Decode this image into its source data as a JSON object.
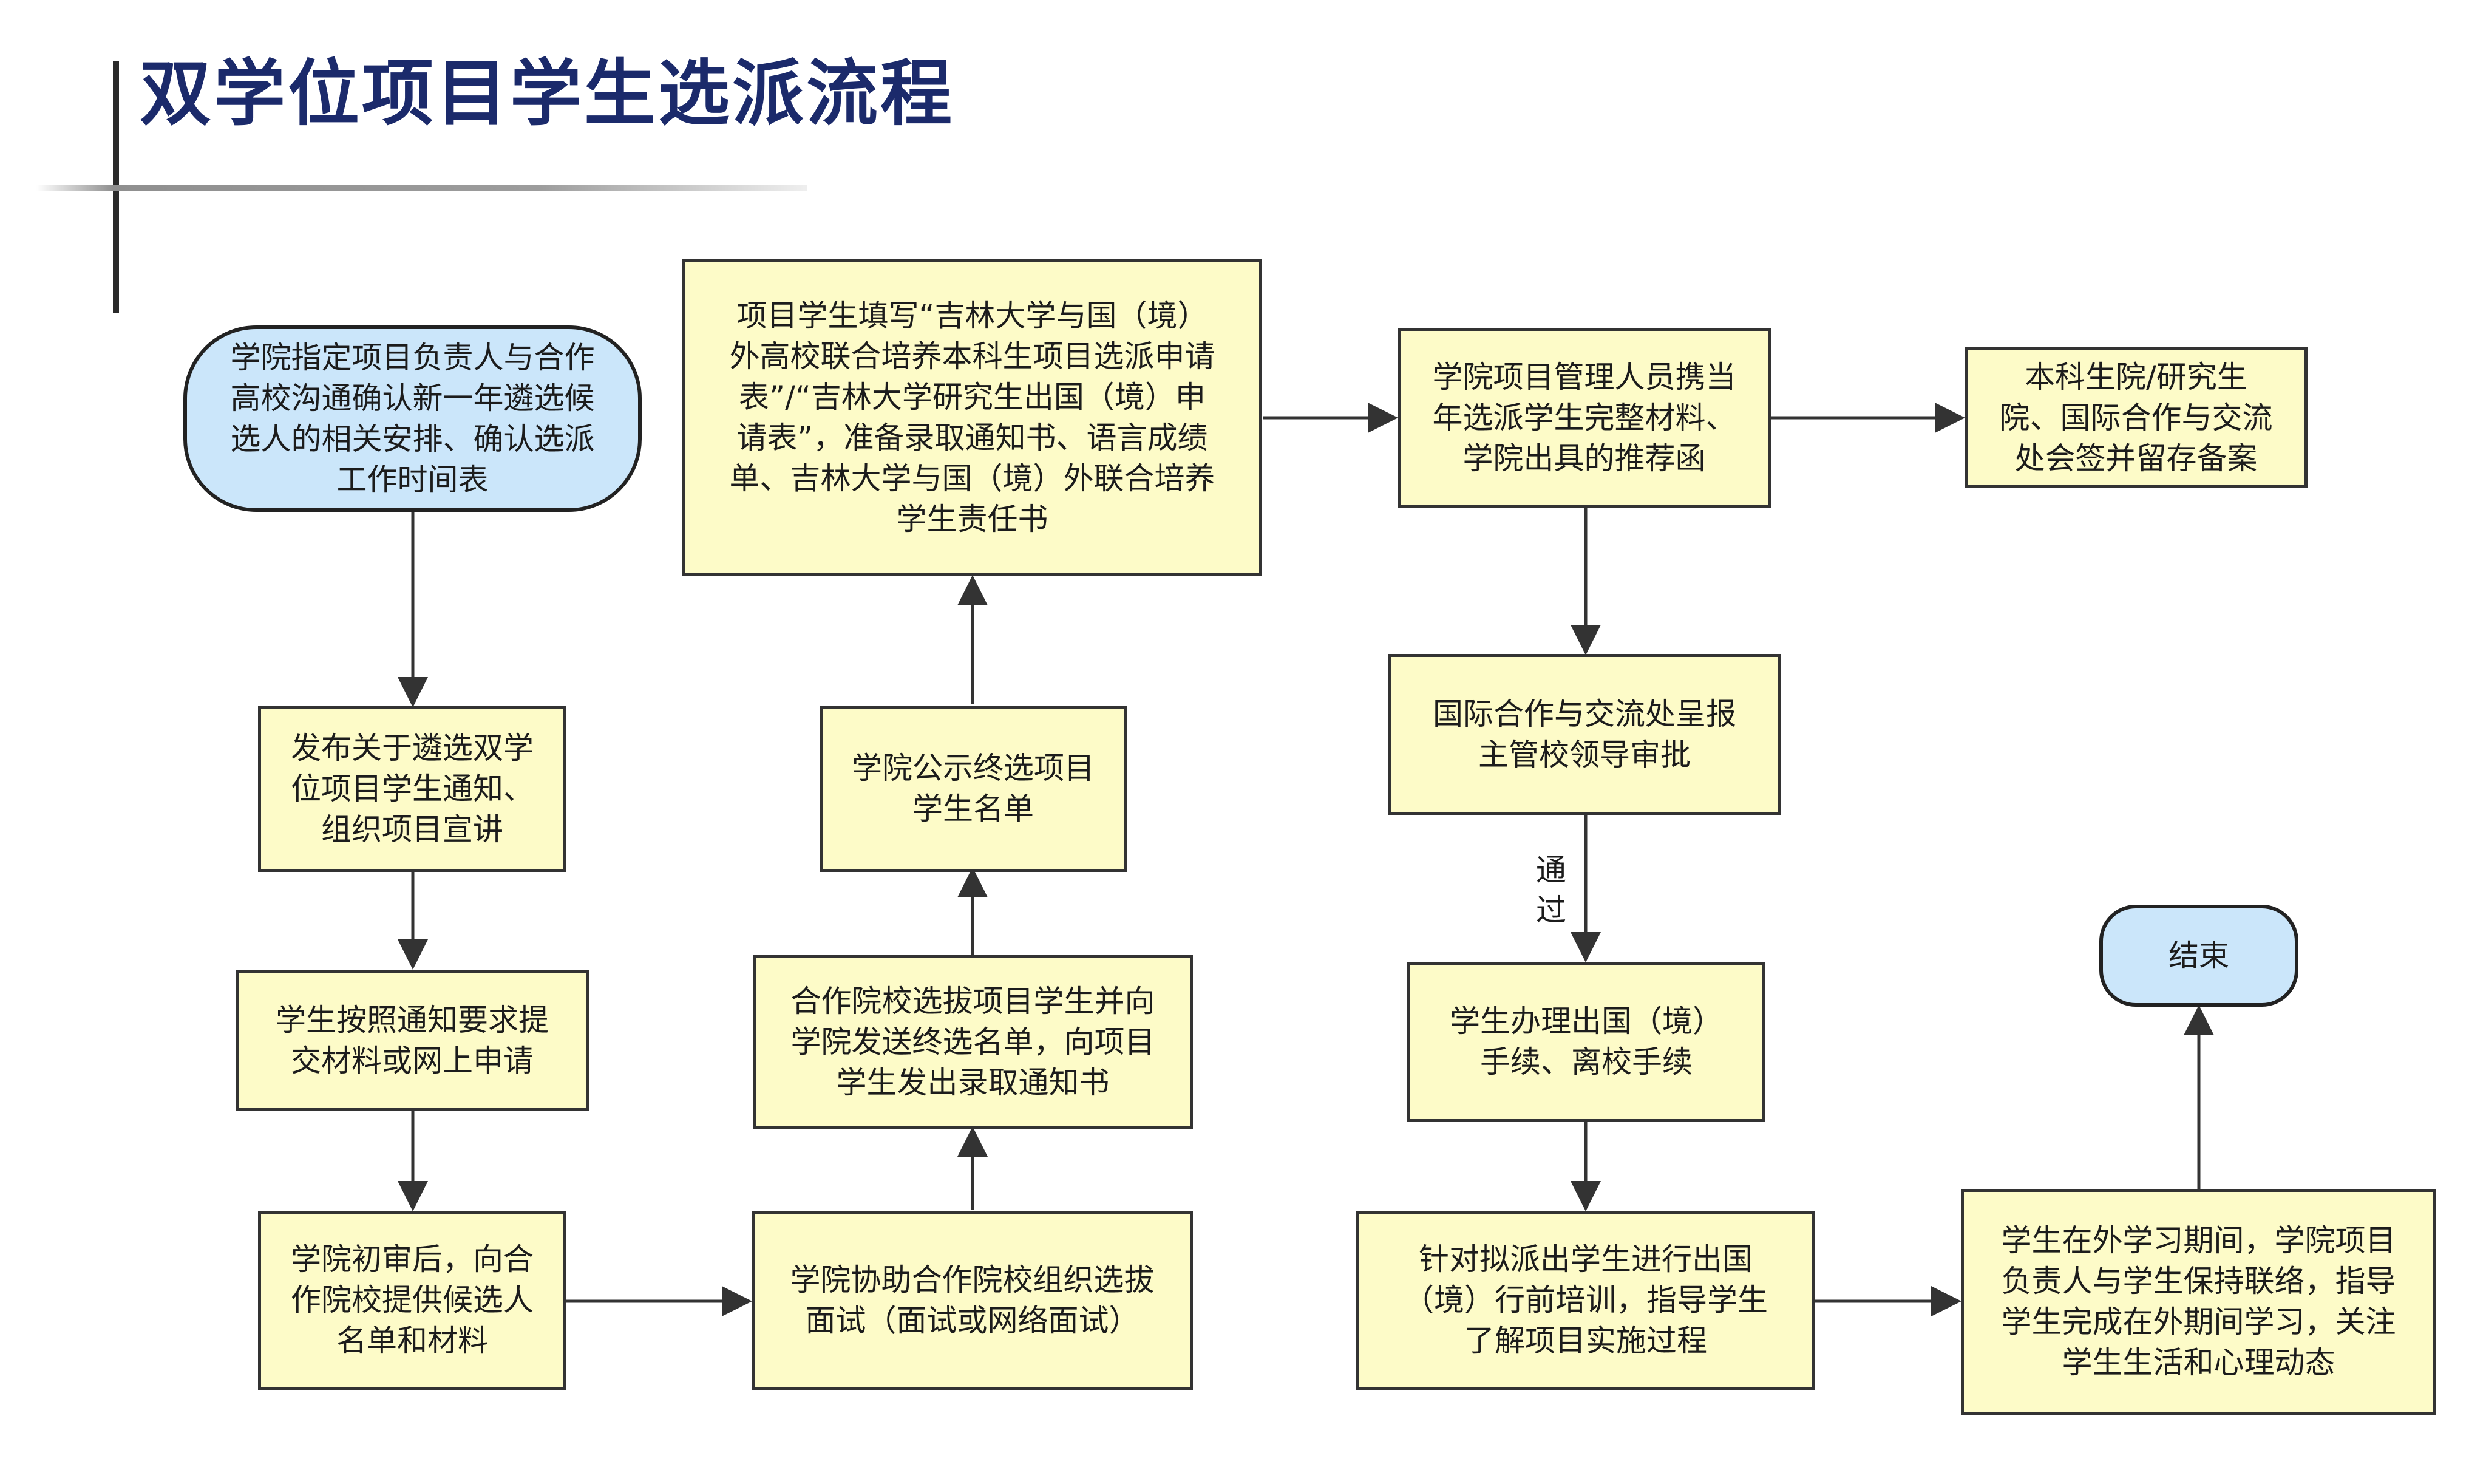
{
  "title": "双学位项目学生选派流程",
  "steps": {
    "start": "学院指定项目负责人与合作\n高校沟通确认新一年遴选候\n选人的相关安排、确认选派\n工作时间表",
    "publish": "发布关于遴选双学\n位项目学生通知、\n组织项目宣讲",
    "submit": "学生按照通知要求提\n交材料或网上申请",
    "review": "学院初审后，向合\n作院校提供候选人\n名单和材料",
    "interview": "学院协助合作院校组织选拔\n面试（面试或网络面试）",
    "select": "合作院校选拔项目学生并向\n学院发送终选名单，向项目\n学生发出录取通知书",
    "announce": "学院公示终选项目\n学生名单",
    "fill_form": "项目学生填写“吉林大学与国（境）\n外高校联合培养本科生项目选派申请\n表”/“吉林大学研究生出国（境）申\n请表”，准备录取通知书、语言成绩\n单、吉林大学与国（境）外联合培养\n学生责任书",
    "materials": "学院项目管理人员携当\n年选派学生完整材料、\n学院出具的推荐函",
    "archive": "本科生院/研究生\n院、国际合作与交流\n处会签并留存备案",
    "approval": "国际合作与交流处呈报\n主管校领导审批",
    "procedures": "学生办理出国（境）\n手续、离校手续",
    "training": "针对拟派出学生进行出国\n（境）行前培训，指导学生\n了解项目实施过程",
    "contact": "学生在外学习期间，学院项目\n负责人与学生保持联络，指导\n学生完成在外期间学习，关注\n学生生活和心理动态",
    "end": "结束"
  },
  "edge_labels": {
    "approval_to_procedures": "通过"
  },
  "colors": {
    "title": "#1b2a6b",
    "process_fill": "#fdfbc8",
    "terminal_fill": "#cbe6fa",
    "stroke": "#333333"
  }
}
